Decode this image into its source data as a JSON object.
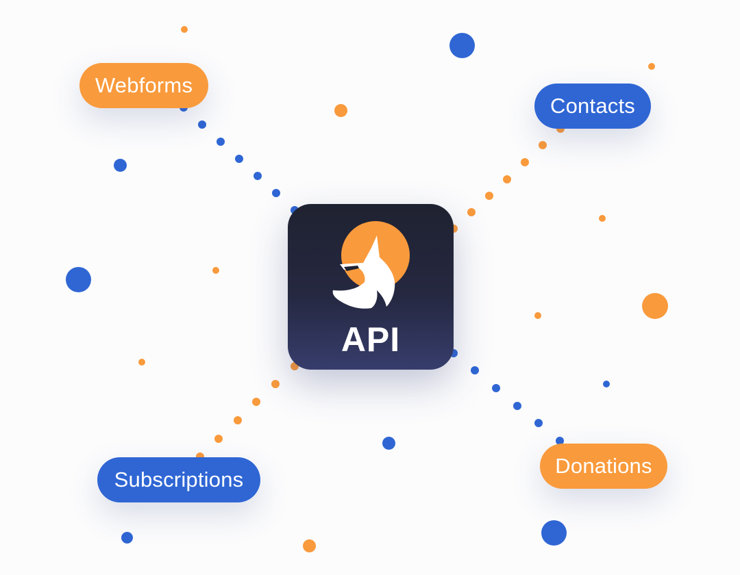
{
  "colors": {
    "blue": "#2f66d4",
    "orange": "#f99a3c",
    "card_dark": "#1f2231",
    "background": "#fcfcfd"
  },
  "center": {
    "label": "API",
    "icon": "fox-logo-icon"
  },
  "nodes": [
    {
      "id": "webforms",
      "label": "Webforms",
      "color": "orange"
    },
    {
      "id": "contacts",
      "label": "Contacts",
      "color": "blue"
    },
    {
      "id": "subscriptions",
      "label": "Subscriptions",
      "color": "blue"
    },
    {
      "id": "donations",
      "label": "Donations",
      "color": "orange"
    }
  ]
}
